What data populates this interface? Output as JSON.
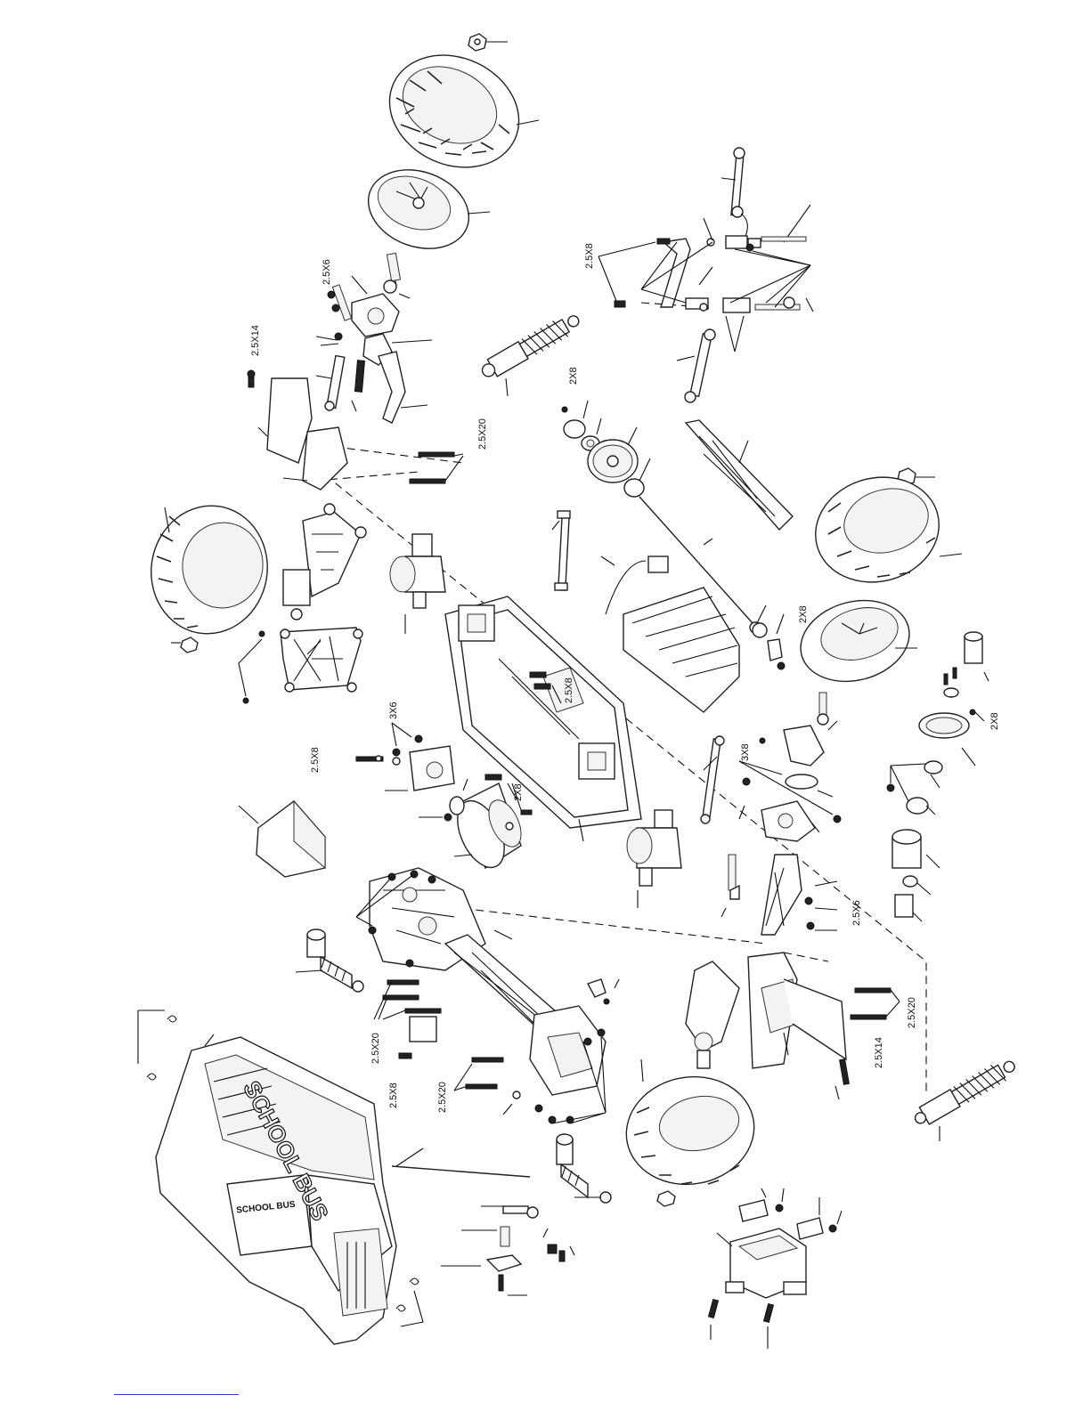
{
  "diagram": {
    "size_labels": {
      "wheel_hub_screw_1": "2.5X6",
      "wheel_hub_screw_2": "2.5X6",
      "kingpin_screw_1": "2.5X14",
      "kingpin_screw_2": "2.5X14",
      "arm_screws_1": "2.5X20",
      "arm_screws_2": "2.5X20",
      "arm_screws_3": "2.5X20",
      "arm_screws_4": "2.5X20",
      "steering_screw": "2.5X8",
      "chassis_screw_1": "2.5X8",
      "chassis_screw_2": "2.5X8",
      "chassis_screw_3": "2.5X8",
      "pinion_screw_1": "2X8",
      "pinion_screw_2": "2X8",
      "pinion_screw_3": "2X8",
      "pinion_screw_4": "2X8",
      "motor_mount_screw": "3X6",
      "rear_hub_screw": "3X8"
    },
    "body_text": {
      "side": "SCHOOL BUS",
      "front": "SCHOOL BUS"
    }
  },
  "colors": {
    "line": "#111111",
    "link": "#2b3fd6"
  }
}
